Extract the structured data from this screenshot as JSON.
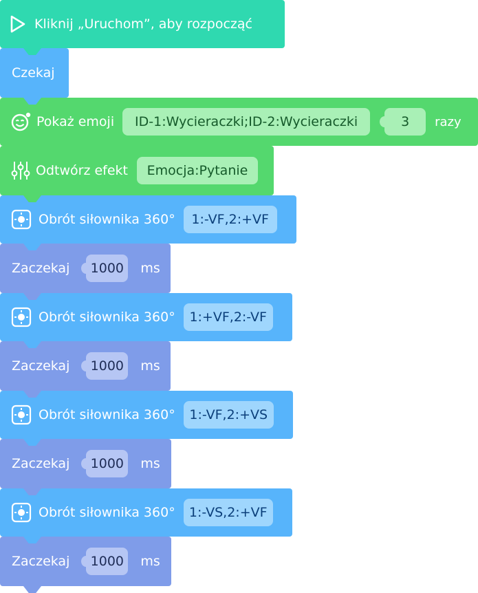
{
  "colors": {
    "start": "#2fd9b0",
    "control": "#57b4fb",
    "display": "#54d86e",
    "wait": "#7f9ce9"
  },
  "start_block": {
    "icon": "play-outline-icon",
    "label": "Kliknij „Uruchom”, aby rozpocząć"
  },
  "wait_block": {
    "label": "Czekaj"
  },
  "emoji_block": {
    "icon": "smiley-icon",
    "label": "Pokaż emoji",
    "emoji_value": "ID-1:Wycieraczki;ID-2:Wycieraczki",
    "count_value": "3",
    "suffix": "razy"
  },
  "effect_block": {
    "icon": "equalizer-sliders-icon",
    "label": "Odtwórz efekt",
    "value": "Emocja:Pytanie"
  },
  "sequence": [
    {
      "servo": {
        "icon": "servo-icon",
        "label": "Obrót siłownika 360°",
        "value": "1:-VF,2:+VF"
      },
      "pause": {
        "label": "Zaczekaj",
        "value": "1000",
        "unit": "ms"
      }
    },
    {
      "servo": {
        "icon": "servo-icon",
        "label": "Obrót siłownika 360°",
        "value": "1:+VF,2:-VF"
      },
      "pause": {
        "label": "Zaczekaj",
        "value": "1000",
        "unit": "ms"
      }
    },
    {
      "servo": {
        "icon": "servo-icon",
        "label": "Obrót siłownika 360°",
        "value": "1:-VF,2:+VS"
      },
      "pause": {
        "label": "Zaczekaj",
        "value": "1000",
        "unit": "ms"
      }
    },
    {
      "servo": {
        "icon": "servo-icon",
        "label": "Obrót siłownika 360°",
        "value": "1:-VS,2:+VF"
      },
      "pause": {
        "label": "Zaczekaj",
        "value": "1000",
        "unit": "ms"
      }
    }
  ]
}
